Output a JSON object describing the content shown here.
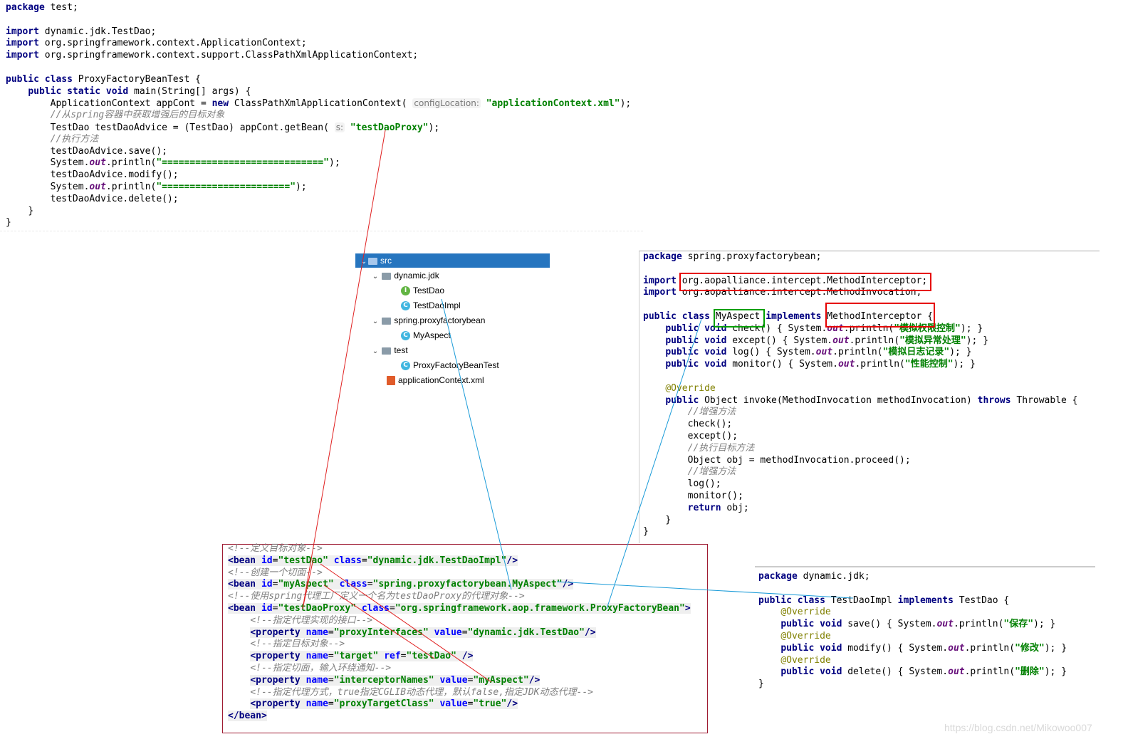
{
  "main_code": {
    "lines": [
      "package test;",
      "",
      "import dynamic.jdk.TestDao;",
      "import org.springframework.context.ApplicationContext;",
      "import org.springframework.context.support.ClassPathXmlApplicationContext;",
      "",
      "public class ProxyFactoryBeanTest {",
      "    public static void main(String[] args) {",
      "        ApplicationContext appCont = new ClassPathXmlApplicationContext( configLocation: \"applicationContext.xml\");",
      "        //从spring容器中获取增强后的目标对象",
      "        TestDao testDaoAdvice = (TestDao) appCont.getBean( s: \"testDaoProxy\");",
      "        //执行方法",
      "        testDaoAdvice.save();",
      "        System.out.println(\"=============================\");",
      "        testDaoAdvice.modify();",
      "        System.out.println(\"=======================\");",
      "        testDaoAdvice.delete();",
      "    }",
      "}"
    ],
    "hint_config": "configLocation:",
    "hint_s": "s:"
  },
  "tree": {
    "items": [
      {
        "label": "src",
        "depth": 0,
        "kind": "src-folder",
        "expanded": true,
        "selected": true
      },
      {
        "label": "dynamic.jdk",
        "depth": 1,
        "kind": "package",
        "expanded": true
      },
      {
        "label": "TestDao",
        "depth": 2,
        "kind": "interface"
      },
      {
        "label": "TestDaoImpl",
        "depth": 2,
        "kind": "class"
      },
      {
        "label": "spring.proxyfactorybean",
        "depth": 1,
        "kind": "package",
        "expanded": true
      },
      {
        "label": "MyAspect",
        "depth": 2,
        "kind": "class"
      },
      {
        "label": "test",
        "depth": 1,
        "kind": "package",
        "expanded": true
      },
      {
        "label": "ProxyFactoryBeanTest",
        "depth": 2,
        "kind": "class-main"
      },
      {
        "label": "applicationContext.xml",
        "depth": 1,
        "kind": "xml"
      }
    ]
  },
  "aspect_code": {
    "lines": [
      "package spring.proxyfactorybean;",
      "",
      "import org.aopalliance.intercept.MethodInterceptor;",
      "import org.aopalliance.intercept.MethodInvocation;",
      "",
      "public class MyAspect implements MethodInterceptor {",
      "    public void check() { System.out.println(\"模拟权限控制\"); }",
      "    public void except() { System.out.println(\"模拟异常处理\"); }",
      "    public void log() { System.out.println(\"模拟日志记录\"); }",
      "    public void monitor() { System.out.println(\"性能控制\"); }",
      "",
      "    @Override",
      "    public Object invoke(MethodInvocation methodInvocation) throws Throwable {",
      "        //增强方法",
      "        check();",
      "        except();",
      "        //执行目标方法",
      "        Object obj = methodInvocation.proceed();",
      "        //增强方法",
      "        log();",
      "        monitor();",
      "        return obj;",
      "    }",
      "}"
    ]
  },
  "impl_code": {
    "lines": [
      "package dynamic.jdk;",
      "",
      "public class TestDaoImpl implements TestDao {",
      "    @Override",
      "    public void save() { System.out.println(\"保存\"); }",
      "    @Override",
      "    public void modify() { System.out.println(\"修改\"); }",
      "    @Override",
      "    public void delete() { System.out.println(\"删除\"); }",
      "}"
    ]
  },
  "xml_code": {
    "lines": [
      "<!--定义目标对象-->",
      "<bean id=\"testDao\" class=\"dynamic.jdk.TestDaoImpl\"/>",
      "<!--创建一个切面-->",
      "<bean id=\"myAspect\" class=\"spring.proxyfactorybean.MyAspect\"/>",
      "<!--使用spring代理工厂定义一个名为testDaoProxy的代理对象-->",
      "<bean id=\"testDaoProxy\" class=\"org.springframework.aop.framework.ProxyFactoryBean\">",
      "    <!--指定代理实现的接口-->",
      "    <property name=\"proxyInterfaces\" value=\"dynamic.jdk.TestDao\"/>",
      "    <!--指定目标对象-->",
      "    <property name=\"target\" ref=\"testDao\" />",
      "    <!--指定切面，输入环绕通知-->",
      "    <property name=\"interceptorNames\" value=\"myAspect\"/>",
      "    <!--指定代理方式，true指定CGLIB动态代理，默认false,指定JDK动态代理-->",
      "    <property name=\"proxyTargetClass\" value=\"true\"/>",
      "</bean>"
    ]
  },
  "watermark": "https://blog.csdn.net/Mikowoo007",
  "colors": {
    "keyword": "#000080",
    "string": "#008000",
    "comment": "#808080",
    "field": "#660e7a",
    "annotation": "#808000",
    "tree_selection": "#2675bf",
    "box_red": "#e60000",
    "box_green": "#00a000",
    "xml_frame": "#9e1b32",
    "connector_red": "#e02020",
    "connector_blue": "#1a9bd8"
  }
}
